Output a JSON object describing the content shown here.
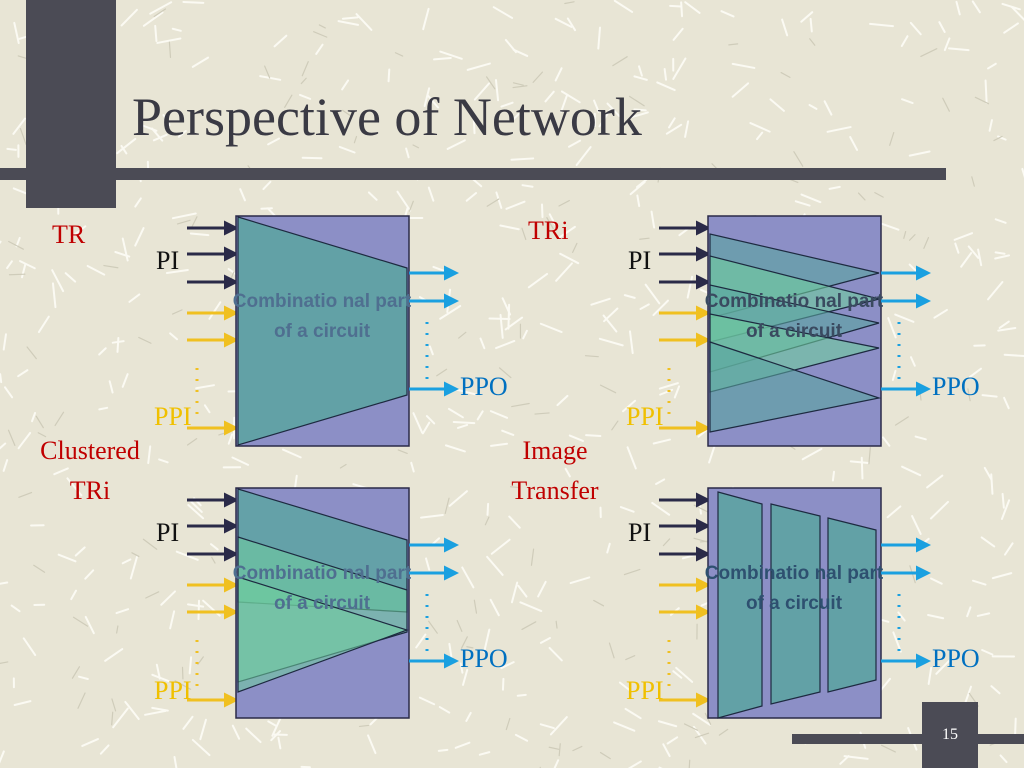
{
  "slide": {
    "title": "Perspective of Network",
    "page_number": "15"
  },
  "panels": [
    {
      "id": "tr",
      "heading": "TR",
      "pi_label": "PI",
      "ppi_label": "PPI",
      "ppo_label": "PPO",
      "block_text": "Combinatio nal part of a circuit"
    },
    {
      "id": "tri",
      "heading": "TRi",
      "pi_label": "PI",
      "ppi_label": "PPI",
      "ppo_label": "PPO",
      "block_text": "Combinatio nal part of a circuit"
    },
    {
      "id": "clustered-tri",
      "heading_line1": "Clustered",
      "heading_line2": "TRi",
      "pi_label": "PI",
      "ppi_label": "PPI",
      "ppo_label": "PPO",
      "block_text": "Combinatio nal part of a circuit"
    },
    {
      "id": "image-transfer",
      "heading_line1": "Image",
      "heading_line2": "Transfer",
      "pi_label": "PI",
      "ppi_label": "PPI",
      "ppo_label": "PPO",
      "block_text": "Combinatio nal part of a circuit"
    }
  ],
  "colors": {
    "heading": "#c00000",
    "pi": "#1a1a1a",
    "ppi": "#f0c000",
    "ppo": "#0070c0",
    "block_fill": "#8c8fc6",
    "cone_fill": "#5aa5a0",
    "cone_fill_light": "#6fcf9f",
    "input_arrow": "#2a2a48",
    "ppi_arrow": "#f0c020",
    "output_arrow": "#1aa0e0"
  }
}
